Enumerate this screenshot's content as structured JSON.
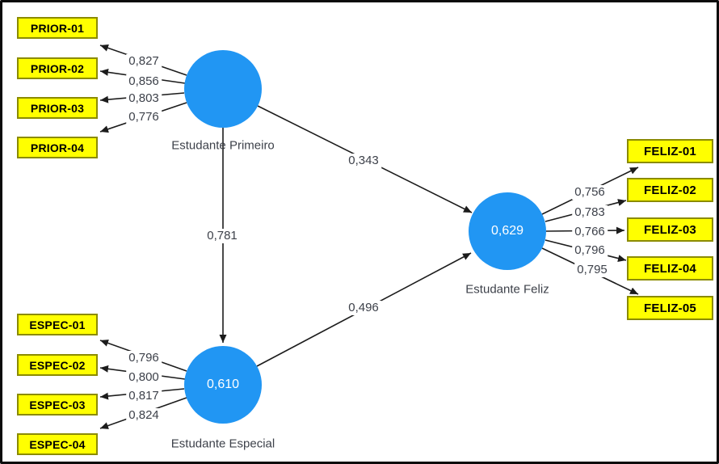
{
  "model": {
    "constructs": {
      "primeiro": {
        "label": "Estudante Primeiro",
        "r2": ""
      },
      "especial": {
        "label": "Estudante Especial",
        "r2": "0,610"
      },
      "feliz": {
        "label": "Estudante Feliz",
        "r2": "0,629"
      }
    },
    "indicators": {
      "prior": [
        "PRIOR-01",
        "PRIOR-02",
        "PRIOR-03",
        "PRIOR-04"
      ],
      "espec": [
        "ESPEC-01",
        "ESPEC-02",
        "ESPEC-03",
        "ESPEC-04"
      ],
      "feliz": [
        "FELIZ-01",
        "FELIZ-02",
        "FELIZ-03",
        "FELIZ-04",
        "FELIZ-05"
      ]
    },
    "loadings": {
      "prior": [
        "0,827",
        "0,856",
        "0,803",
        "0,776"
      ],
      "espec": [
        "0,796",
        "0,800",
        "0,817",
        "0,824"
      ],
      "feliz": [
        "0,756",
        "0,783",
        "0,766",
        "0,796",
        "0,795"
      ]
    },
    "path_coefficients": [
      {
        "from": "Estudante Primeiro",
        "to": "Estudante Feliz",
        "value": "0,343"
      },
      {
        "from": "Estudante Primeiro",
        "to": "Estudante Especial",
        "value": "0,781"
      },
      {
        "from": "Estudante Especial",
        "to": "Estudante Feliz",
        "value": "0,496"
      }
    ],
    "colors": {
      "construct_fill": "#2196F3",
      "indicator_fill": "#FFFF00",
      "indicator_border": "#8B8B00",
      "arrow": "#1C1C1C",
      "value_text": "#3D414A"
    }
  }
}
